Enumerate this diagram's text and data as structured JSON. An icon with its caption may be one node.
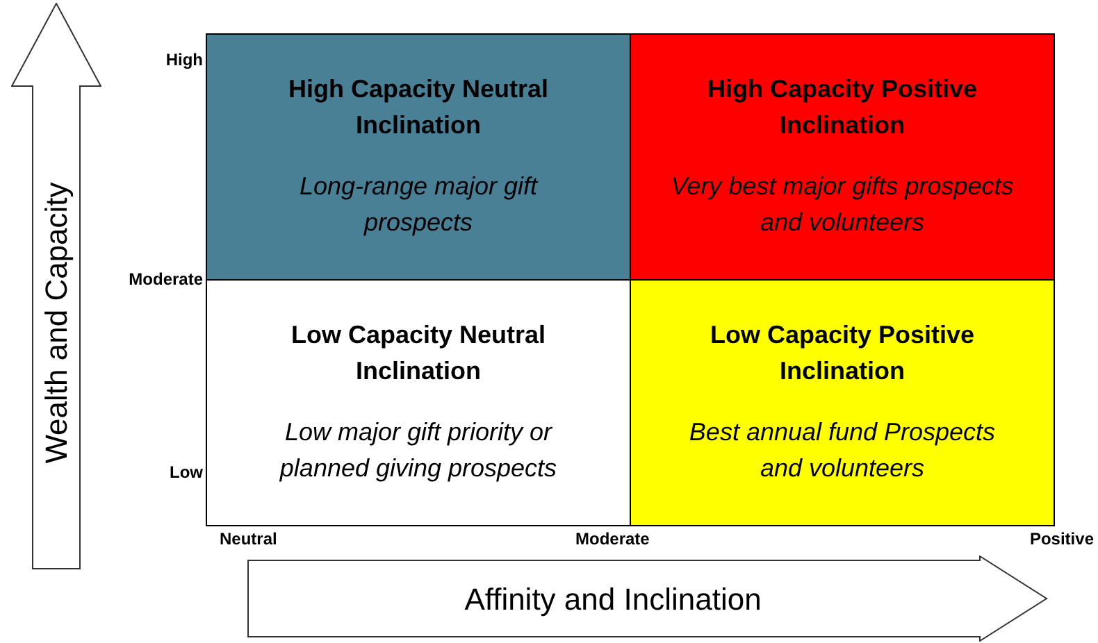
{
  "diagram": {
    "nodes": [
      {
        "text": [
          "High Capacity Neutral Inclination",
          "Long-range major gift prospects"
        ]
      },
      {
        "text": [
          "High Capacity Positive Inclination",
          "Very best major gifts prospects and volunteers"
        ]
      },
      {
        "text": [
          "Low Capacity Neutral Inclination",
          "Low major gift priority or planned giving prospects"
        ]
      },
      {
        "text": [
          "Low Capacity Positive Inclination",
          "Best annual fund Prospects and volunteers"
        ]
      },
      {
        "text": [
          "Wealth and Capacity"
        ]
      },
      {
        "text": [
          "Affinity and Inclination"
        ]
      }
    ],
    "labels": [
      "High",
      "Moderate",
      "Low",
      "Neutral",
      "Moderate",
      "Positive"
    ]
  }
}
